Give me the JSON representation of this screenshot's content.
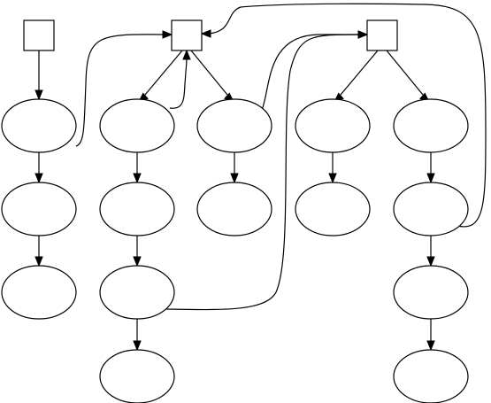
{
  "diagram": {
    "type": "directed-graph",
    "nodes": [
      {
        "id": "sq1",
        "shape": "box"
      },
      {
        "id": "sq2",
        "shape": "box"
      },
      {
        "id": "sq3",
        "shape": "box"
      },
      {
        "id": "a1",
        "shape": "ellipse"
      },
      {
        "id": "a2",
        "shape": "ellipse"
      },
      {
        "id": "a3",
        "shape": "ellipse"
      },
      {
        "id": "b1",
        "shape": "ellipse"
      },
      {
        "id": "b2",
        "shape": "ellipse"
      },
      {
        "id": "b3",
        "shape": "ellipse"
      },
      {
        "id": "b4",
        "shape": "ellipse"
      },
      {
        "id": "c1",
        "shape": "ellipse"
      },
      {
        "id": "c2",
        "shape": "ellipse"
      },
      {
        "id": "d1",
        "shape": "ellipse"
      },
      {
        "id": "d2",
        "shape": "ellipse"
      },
      {
        "id": "e1",
        "shape": "ellipse"
      },
      {
        "id": "e2",
        "shape": "ellipse"
      },
      {
        "id": "e3",
        "shape": "ellipse"
      },
      {
        "id": "e4",
        "shape": "ellipse"
      }
    ],
    "edges": [
      {
        "from": "sq1",
        "to": "a1"
      },
      {
        "from": "a1",
        "to": "a2"
      },
      {
        "from": "a2",
        "to": "a3"
      },
      {
        "from": "a1",
        "to": "sq2"
      },
      {
        "from": "sq2",
        "to": "b1"
      },
      {
        "from": "sq2",
        "to": "c1"
      },
      {
        "from": "b1",
        "to": "sq2"
      },
      {
        "from": "b1",
        "to": "b2"
      },
      {
        "from": "b2",
        "to": "b3"
      },
      {
        "from": "b3",
        "to": "b4"
      },
      {
        "from": "b3",
        "to": "sq3"
      },
      {
        "from": "c1",
        "to": "c2"
      },
      {
        "from": "c1",
        "to": "sq3"
      },
      {
        "from": "sq3",
        "to": "d1"
      },
      {
        "from": "sq3",
        "to": "e1"
      },
      {
        "from": "d1",
        "to": "d2"
      },
      {
        "from": "e1",
        "to": "e2"
      },
      {
        "from": "e2",
        "to": "e3"
      },
      {
        "from": "e3",
        "to": "e4"
      },
      {
        "from": "e2",
        "to": "sq2"
      }
    ]
  }
}
